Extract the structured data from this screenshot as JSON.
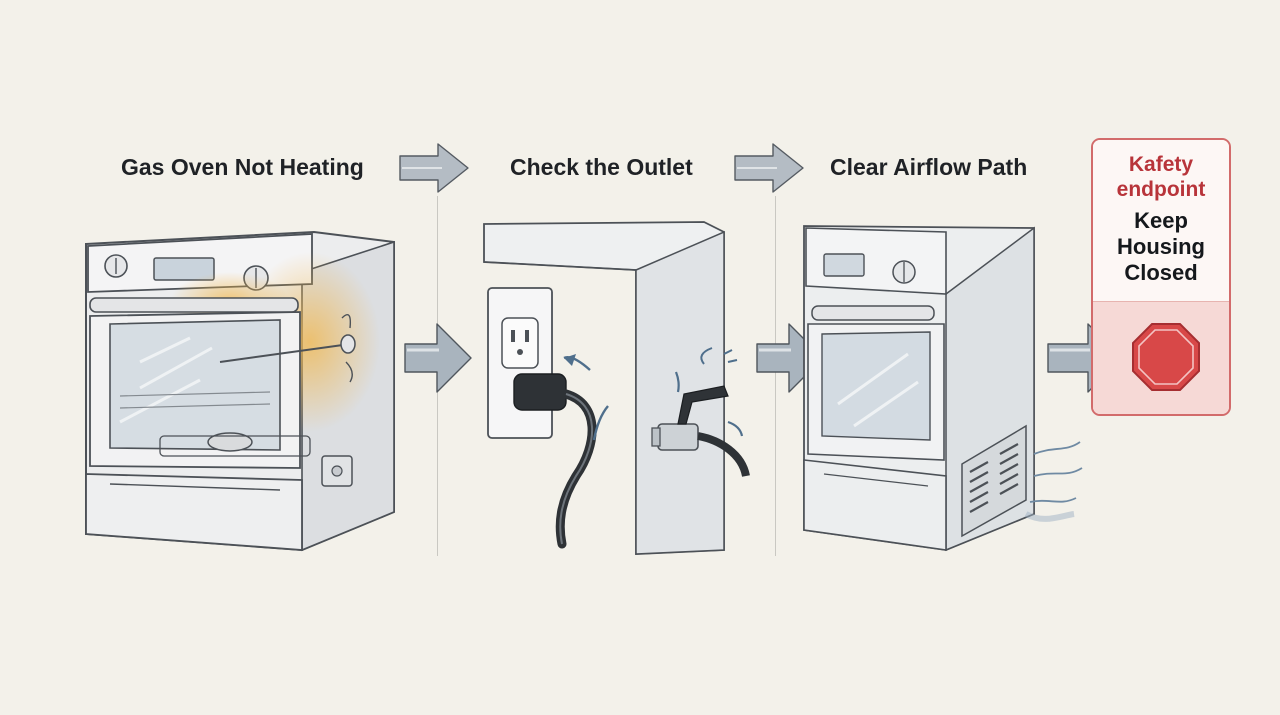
{
  "steps": [
    {
      "title": "Gas Oven Not Heating"
    },
    {
      "title": "Check the Outlet"
    },
    {
      "title": "Clear Airflow Path"
    }
  ],
  "endpoint": {
    "tag_lines": [
      "Kafety",
      "endpoint"
    ],
    "body_lines": [
      "Keep",
      "Housing",
      "Closed"
    ],
    "icon": "stop-sign-icon"
  },
  "colors": {
    "background": "#f3f1ea",
    "title_text": "#1f2226",
    "arrow_fill": "#b4bcc4",
    "endpoint_accent": "#d26b6b",
    "endpoint_tag": "#b8343a",
    "heat_glow": "#f1b64a",
    "stop_sign": "#d84848"
  }
}
